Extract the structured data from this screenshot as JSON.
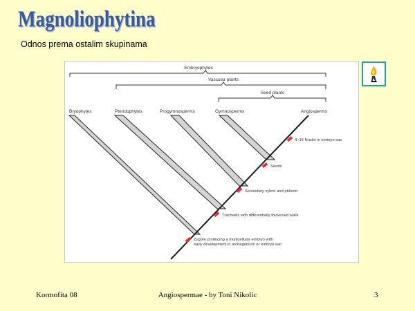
{
  "slide": {
    "title": "Magnoliophytina",
    "subtitle": "Odnos prema ostalim skupinama"
  },
  "diagram": {
    "clade_labels": [
      "Embryophytes",
      "Vascular plants",
      "Seed plants"
    ],
    "taxa": [
      "Bryophytes",
      "Pteridophytes",
      "Progymnosperms",
      "Gymnosperms",
      "Angiosperms"
    ],
    "traits": [
      "4–16 Nuclei in embryo sac",
      "Seeds",
      "Secondary xylem and phloem",
      "Tracheids with differentially thickened walls",
      "Zygote producing a multicellular embryo with",
      "early development in archegonium or embryo sac"
    ],
    "colors": {
      "branch": "#d4d4d4",
      "marker": "#e0343d",
      "line": "#1a1a1a"
    }
  },
  "action_button": {
    "icon": "flame-icon"
  },
  "footer": {
    "left": "Kormofita 08",
    "center": "Angiospermae - by Toni Nikolic",
    "right": "3"
  }
}
